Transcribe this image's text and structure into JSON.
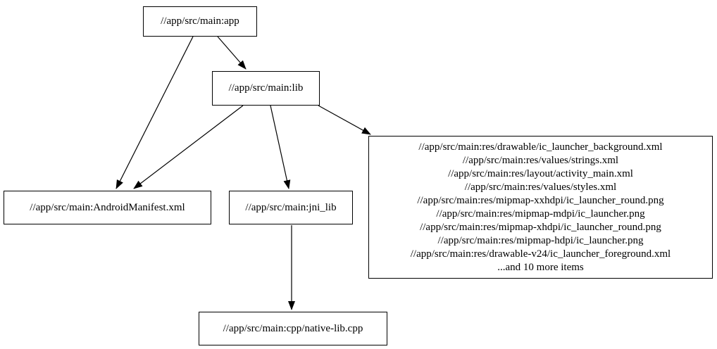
{
  "diagram": {
    "type": "dependency-graph",
    "background_color": "#ffffff",
    "node_border_color": "#000000",
    "text_color": "#000000",
    "edge_color": "#000000",
    "nodes": {
      "app": {
        "label": "//app/src/main:app"
      },
      "lib": {
        "label": "//app/src/main:lib"
      },
      "manifest": {
        "label": "//app/src/main:AndroidManifest.xml"
      },
      "jni_lib": {
        "label": "//app/src/main:jni_lib"
      },
      "res_group": {
        "lines": [
          "//app/src/main:res/drawable/ic_launcher_background.xml",
          "//app/src/main:res/values/strings.xml",
          "//app/src/main:res/layout/activity_main.xml",
          "//app/src/main:res/values/styles.xml",
          "//app/src/main:res/mipmap-xxhdpi/ic_launcher_round.png",
          "//app/src/main:res/mipmap-mdpi/ic_launcher.png",
          "//app/src/main:res/mipmap-xhdpi/ic_launcher_round.png",
          "//app/src/main:res/mipmap-hdpi/ic_launcher.png",
          "//app/src/main:res/drawable-v24/ic_launcher_foreground.xml",
          "...and 10 more items"
        ]
      },
      "native_lib": {
        "label": "//app/src/main:cpp/native-lib.cpp"
      }
    },
    "edges": [
      {
        "from": "app",
        "to": "manifest"
      },
      {
        "from": "app",
        "to": "lib"
      },
      {
        "from": "lib",
        "to": "manifest"
      },
      {
        "from": "lib",
        "to": "jni_lib"
      },
      {
        "from": "lib",
        "to": "res_group"
      },
      {
        "from": "jni_lib",
        "to": "native_lib"
      }
    ]
  }
}
